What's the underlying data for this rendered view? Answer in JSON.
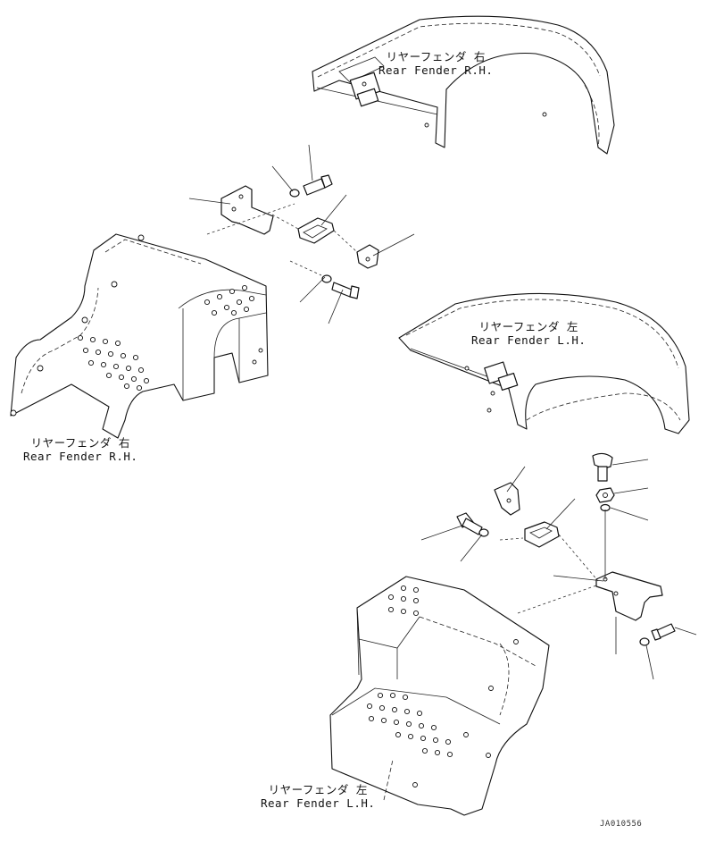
{
  "labels": {
    "fender_rh_top": {
      "jp": "リヤーフェンダ 右",
      "en": "Rear Fender R.H."
    },
    "fender_lh_mid": {
      "jp": "リヤーフェンダ 左",
      "en": "Rear Fender L.H."
    },
    "fender_rh_left": {
      "jp": "リヤーフェンダ 右",
      "en": "Rear Fender R.H."
    },
    "fender_lh_bottom": {
      "jp": "リヤーフェンダ 左",
      "en": "Rear Fender L.H."
    }
  },
  "drawing_code": "JA010556",
  "colors": {
    "line": "#111111",
    "background": "#ffffff"
  }
}
